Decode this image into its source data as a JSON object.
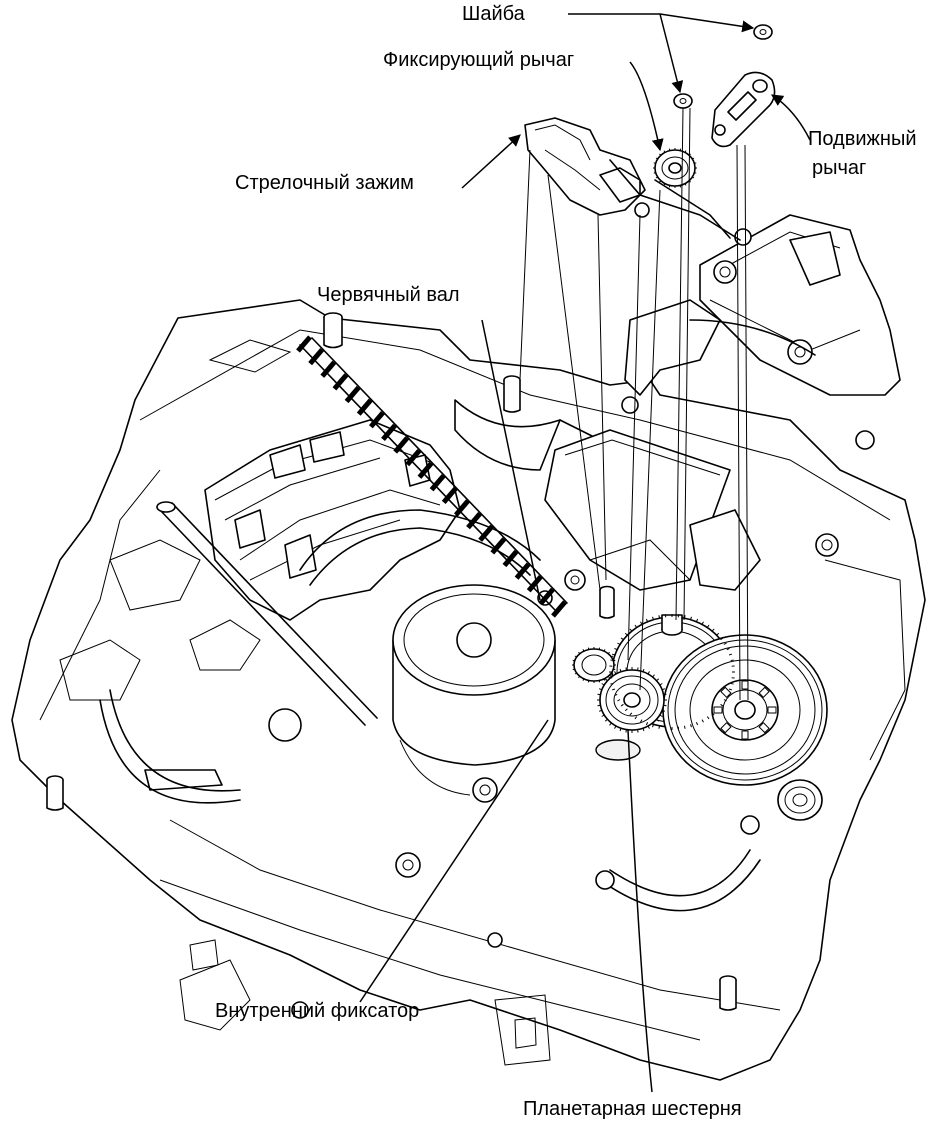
{
  "labels": {
    "washer": "Шайба",
    "fixing_lever": "Фиксирующий рычаг",
    "movable_lever_line1": "Подвижный",
    "movable_lever_line2": "рычаг",
    "arrow_clamp": "Стрелочный зажим",
    "worm_shaft": "Червячный вал",
    "inner_latch": "Внутренний фиксатор",
    "planetary_gear": "Планетарная шестерня"
  }
}
